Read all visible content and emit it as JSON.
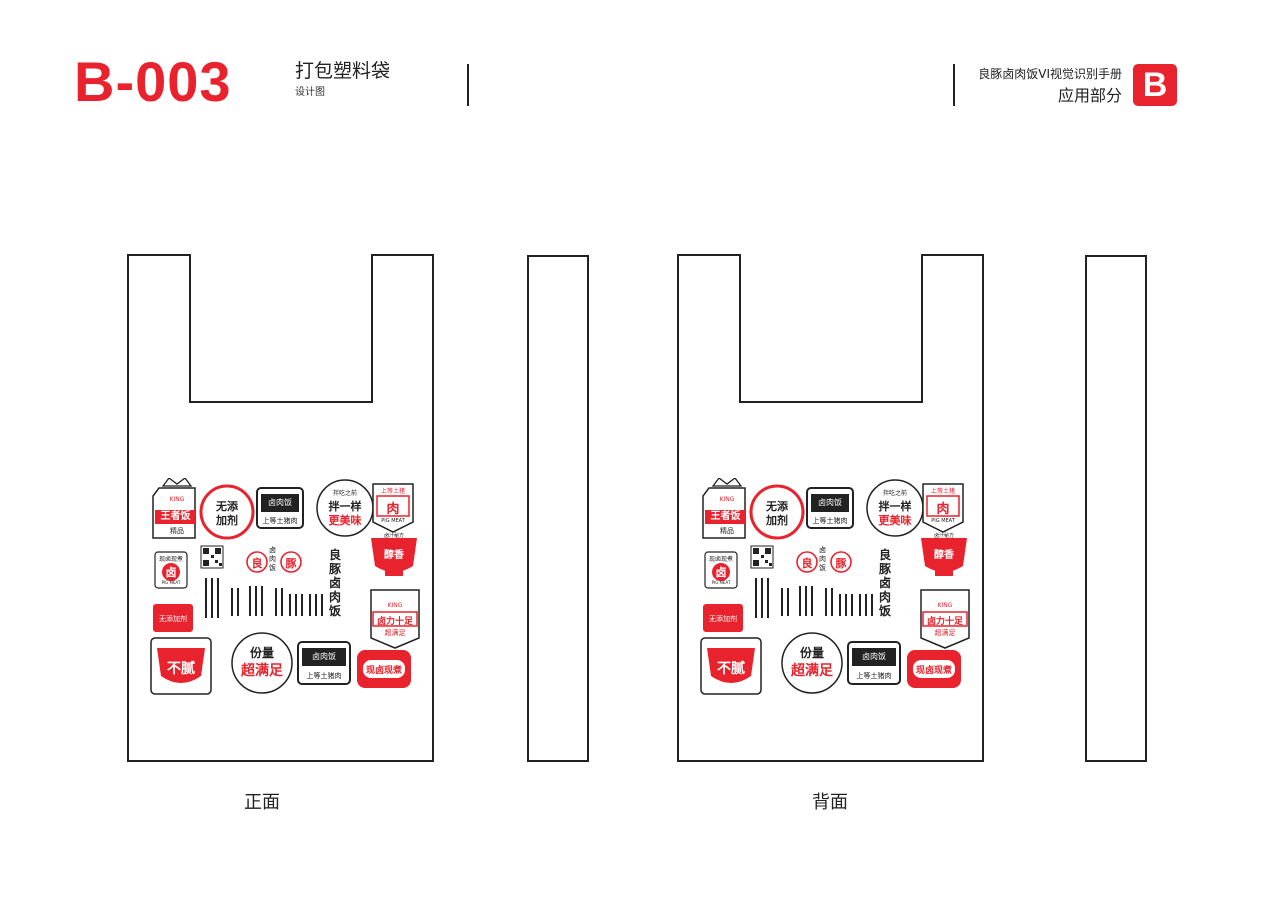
{
  "header": {
    "code": "B-003",
    "title": "打包塑料袋",
    "subtitle": "设计图",
    "brand": "良豚卤肉饭VI视觉识别手册",
    "section": "应用部分",
    "badge": "B"
  },
  "colors": {
    "accent": "#e8232d",
    "ink": "#222222"
  },
  "views": {
    "front": "正面",
    "back": "背面"
  },
  "stickers": {
    "king": "王者饭",
    "king_sub": "精品",
    "king_en": "KING",
    "no_add_1": "无添",
    "no_add_2": "加剂",
    "book": "卤肉饭",
    "prime": "上等土猪肉",
    "same_1": "拌一样",
    "same_2": "更美味",
    "same_top": "拌吃之前",
    "top_meat": "上等土猪",
    "meat": "肉",
    "pig_meat": "PIG MEAT",
    "fragrant": "醇香",
    "fragrant_top": "卤汁秘方",
    "fresh": "现卤现煮",
    "braise": "卤",
    "logo_left": "良",
    "logo_right": "豚",
    "logo_name": "卤肉饭",
    "brand_v": "良豚卤肉饭",
    "power": "卤力十足",
    "power_sub": "超满足",
    "no_add_banner": "无添加剂",
    "not_greasy": "不腻",
    "portion_1": "份量",
    "portion_2": "超满足"
  }
}
